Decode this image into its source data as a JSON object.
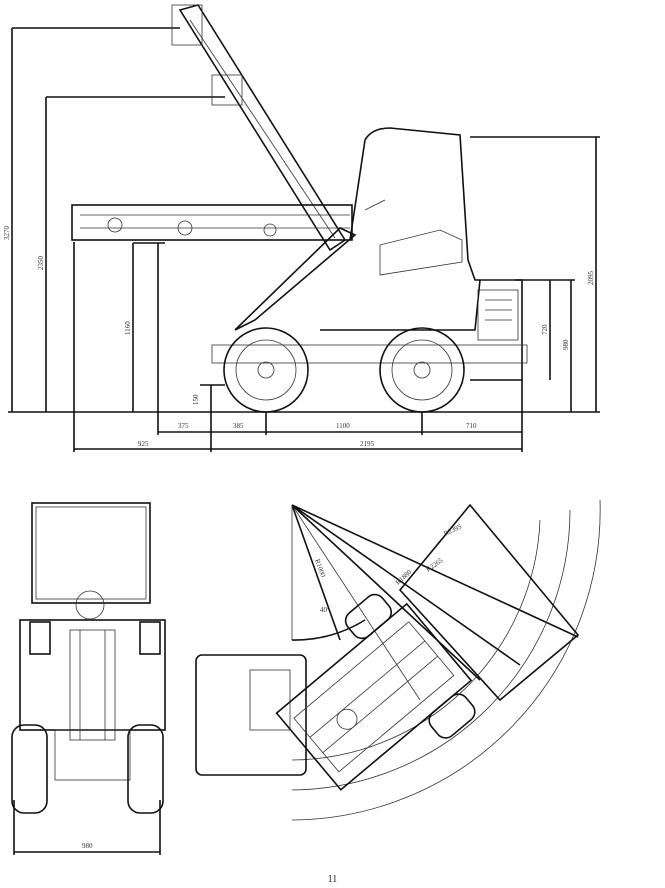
{
  "side_view": {
    "heights": {
      "max_pin": "3270",
      "max_dump": "2350",
      "horizontal_reach": "1160",
      "dig_depth": "150",
      "cab_height": "2095",
      "hood_height": "720",
      "rear_height": "980"
    },
    "lengths": {
      "front_overhang": "375",
      "bucket_to_axle": "385",
      "wheelbase": "1100",
      "rear_overhang": "710",
      "reach": "925",
      "overall_length": "2195"
    }
  },
  "front_view": {
    "width": "980"
  },
  "turning_view": {
    "radius_outer": "R2395",
    "radius_mid": "R2265",
    "radius_inner": "R1880",
    "radius_small": "R1000",
    "angle": "40°"
  },
  "page_number": "11"
}
